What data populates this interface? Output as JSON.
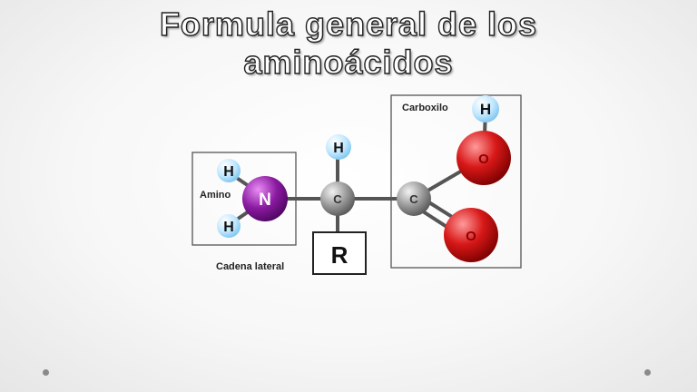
{
  "title": {
    "line1": "Formula general de los",
    "line2": "aminoácidos"
  },
  "groups": {
    "amino_label": "Amino",
    "carboxyl_label": "Carboxilo",
    "side_chain_label": "Cadena lateral"
  },
  "atoms": {
    "hydrogen": "H",
    "nitrogen": "N",
    "carbon": "C",
    "oxygen": "O",
    "side_chain": "R"
  },
  "colors": {
    "hydrogen": "#bfe6ff",
    "nitrogen": "#8a1aa0",
    "carbon": "#9a9a9a",
    "oxygen": "#d81818",
    "bond": "#555555",
    "box_border": "#555555"
  }
}
